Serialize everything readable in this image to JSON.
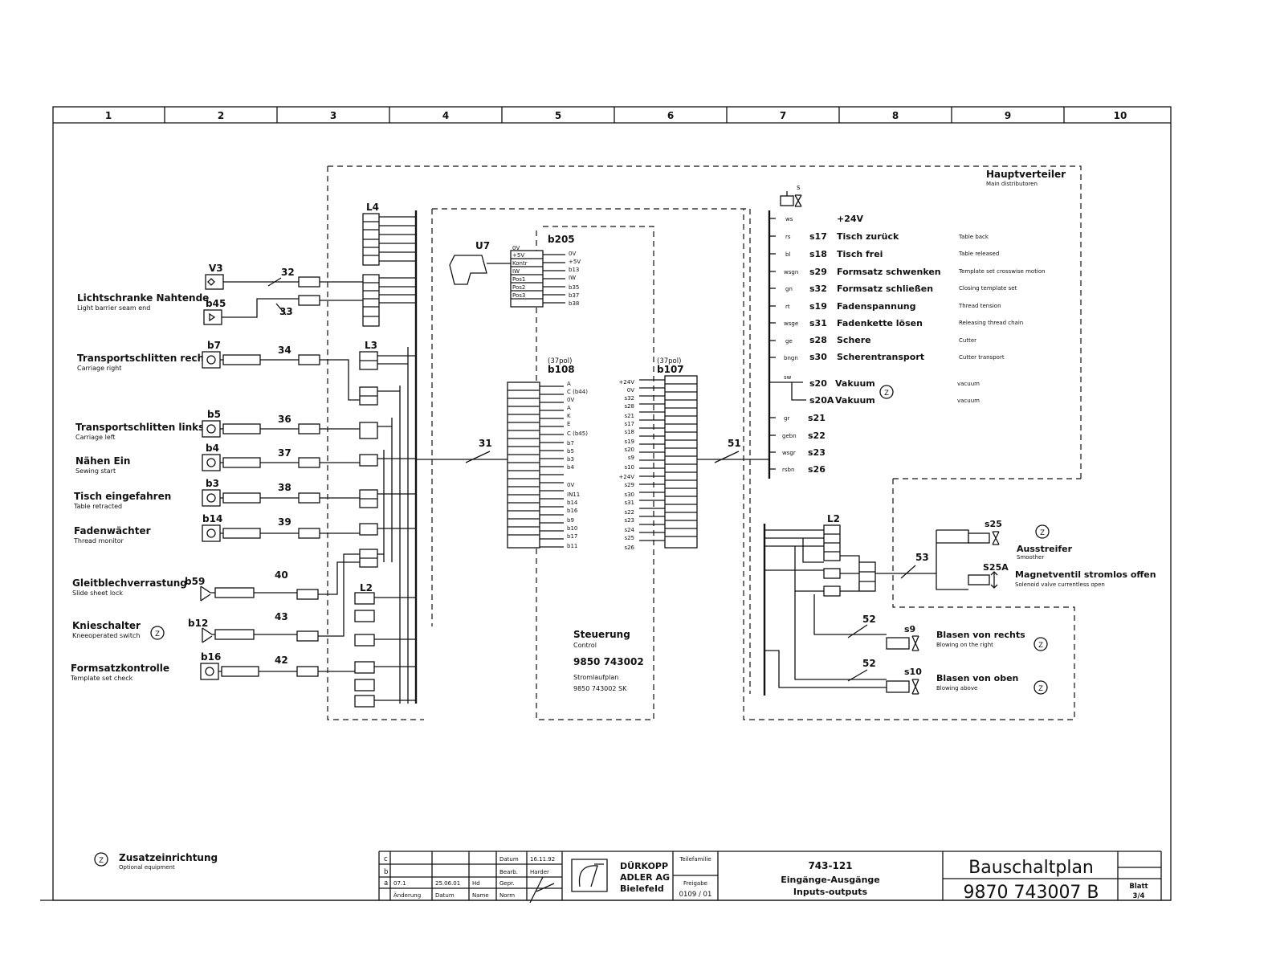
{
  "column_numbers": [
    "1",
    "2",
    "3",
    "4",
    "5",
    "6",
    "7",
    "8",
    "9",
    "10"
  ],
  "main_distributor": {
    "title": "Hauptverteiler",
    "subtitle": "Main distributoren",
    "supply_label": "+24V"
  },
  "switch_s": "s",
  "left_labels": [
    {
      "de": "Lichtschranke Nahtende",
      "en": "Light barrier seam end"
    },
    {
      "de": "Transportschlitten rechts",
      "en": "Carriage right"
    },
    {
      "de": "Transportschlitten links",
      "en": "Carriage left"
    },
    {
      "de": "Nähen Ein",
      "en": "Sewing start"
    },
    {
      "de": "Tisch eingefahren",
      "en": "Table retracted"
    },
    {
      "de": "Fadenwächter",
      "en": "Thread monitor"
    },
    {
      "de": "Gleitblechverrastung",
      "en": "Slide sheet lock"
    },
    {
      "de": "Knieschalter",
      "en": "Kneeoperated switch"
    },
    {
      "de": "Formsatzkontrolle",
      "en": "Template set check"
    }
  ],
  "sensor_tags": [
    "V3",
    "b45",
    "b7",
    "b5",
    "b4",
    "b3",
    "b14",
    "b59",
    "b12",
    "b16"
  ],
  "cable_numbers": [
    "32",
    "33",
    "34",
    "36",
    "37",
    "38",
    "39",
    "40",
    "43",
    "42",
    "31",
    "51",
    "52",
    "52",
    "53"
  ],
  "connectors": {
    "l4": "L4",
    "l3": "L3",
    "l2_left": "L2",
    "l2_right": "L2",
    "u7": "U7",
    "b205": "b205",
    "b108_pol": "(37pol)",
    "b108": "b108",
    "b107_pol": "(37pol)",
    "b107": "b107"
  },
  "b205_pins": [
    "0V",
    "+5V",
    "b13",
    "IW",
    "b35",
    "b37",
    "b38"
  ],
  "b205_left_pins": [
    "0V",
    "+5V",
    "Kontr",
    "IW",
    "Pos1",
    "Pos2",
    "Pos3"
  ],
  "b108_signals": [
    "A",
    "C (b44)",
    "0V",
    "A",
    "K",
    "E",
    "C (b45)",
    "b7",
    "b5",
    "b3",
    "b4",
    "0V",
    "IN11",
    "b14",
    "b16",
    "b9",
    "b10",
    "b17",
    "b11"
  ],
  "b107_signals": [
    "+24V",
    "0V",
    "s32",
    "s28",
    "s21",
    "s17",
    "s18",
    "s19",
    "s20",
    "s9",
    "s10",
    "+24V",
    "s29",
    "s30",
    "s31",
    "s22",
    "s23",
    "s24",
    "s25",
    "s26"
  ],
  "control": {
    "de": "Steuerung",
    "en": "Control",
    "number": "9850 743002",
    "circuit_de": "Stromlaufplan",
    "circuit_no": "9850 743002 SK"
  },
  "outputs": [
    {
      "wire": "ws",
      "sig": "",
      "de": "+24V",
      "en": ""
    },
    {
      "wire": "rs",
      "sig": "s17",
      "de": "Tisch zurück",
      "en": "Table back"
    },
    {
      "wire": "bl",
      "sig": "s18",
      "de": "Tisch frei",
      "en": "Table released"
    },
    {
      "wire": "wsgn",
      "sig": "s29",
      "de": "Formsatz schwenken",
      "en": "Template set crosswise motion"
    },
    {
      "wire": "gn",
      "sig": "s32",
      "de": "Formsatz schließen",
      "en": "Closing template set"
    },
    {
      "wire": "rt",
      "sig": "s19",
      "de": "Fadenspannung",
      "en": "Thread tension"
    },
    {
      "wire": "wsge",
      "sig": "s31",
      "de": "Fadenkette lösen",
      "en": "Releasing thread chain"
    },
    {
      "wire": "ge",
      "sig": "s28",
      "de": "Schere",
      "en": "Cutter"
    },
    {
      "wire": "bngn",
      "sig": "s30",
      "de": "Scherentransport",
      "en": "Cutter transport"
    },
    {
      "wire": "sw",
      "sig": "s20",
      "de": "Vakuum",
      "en": "vacuum"
    },
    {
      "wire": "",
      "sig": "s20A",
      "de": "Vakuum",
      "en": "vacuum"
    },
    {
      "wire": "gr",
      "sig": "s21",
      "de": "",
      "en": ""
    },
    {
      "wire": "gebn",
      "sig": "s22",
      "de": "",
      "en": ""
    },
    {
      "wire": "wsgr",
      "sig": "s23",
      "de": "",
      "en": ""
    },
    {
      "wire": "rsbn",
      "sig": "s26",
      "de": "",
      "en": ""
    }
  ],
  "lower_right": {
    "s25": "s25",
    "s25a": "S25A",
    "smoother_de": "Ausstreifer",
    "smoother_en": "Smoother",
    "valve_de": "Magnetventil stromlos offen",
    "valve_en": "Solenoid valve currentless open",
    "s9": "s9",
    "s10": "s10",
    "blow_right_de": "Blasen von rechts",
    "blow_right_en": "Blowing on the right",
    "blow_top_de": "Blasen von oben",
    "blow_top_en": "Blowing above"
  },
  "optional": {
    "symbol": "Z",
    "de": "Zusatzeinrichtung",
    "en": "Optional equipment"
  },
  "title_block": {
    "rev_letters": [
      "c",
      "b",
      "a"
    ],
    "rev_a_text": "07.1",
    "rev_a_date": "25.06.01",
    "rev_a_name": "Hd",
    "col_change": "Änderung",
    "col_date": "Datum",
    "col_name": "Name",
    "col_norm": "Norm",
    "datum_label": "Datum",
    "datum_value": "16.11.92",
    "bearb_label": "Bearb.",
    "bearb_value": "Harder",
    "gepr_label": "Gepr.",
    "company_1": "DÜRKOPP",
    "company_2": "ADLER AG",
    "company_3": "Bielefeld",
    "teilefamilie": "Teilefamilie",
    "freigabe": "Freigabe",
    "freigabe_value": "0109 / 01",
    "model": "743-121",
    "title_de": "Eingänge-Ausgänge",
    "title_en": "Inputs-outputs",
    "drawing_type": "Bauschaltplan",
    "drawing_number": "9870 743007 B",
    "sheet_label": "Blatt",
    "sheet_value": "3/4"
  }
}
